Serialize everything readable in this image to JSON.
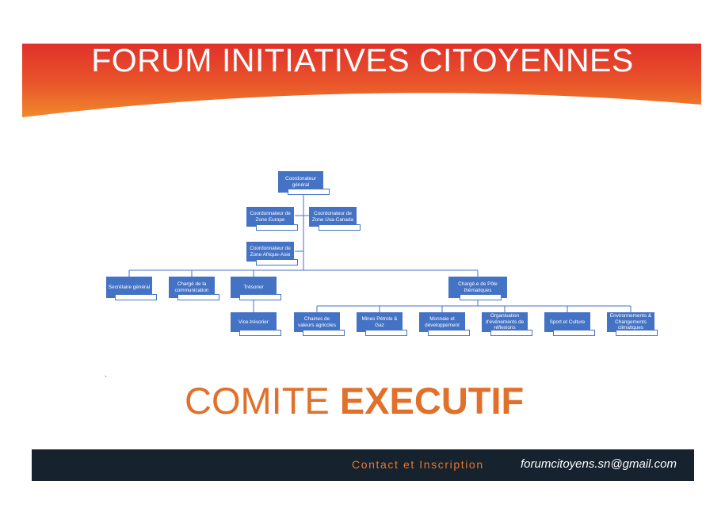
{
  "banner": {
    "title": "FORUM INITIATIVES CITOYENNES",
    "colors": {
      "red": "#e0312b",
      "orange": "#ef7a2a",
      "text": "#ffffff"
    }
  },
  "org_chart": {
    "node_color": "#4472c4",
    "line_color": "#4472c4",
    "nodes": {
      "coordinator": "Coordonateur général",
      "zone_europe": "Coordonnateur de Zone Europe",
      "zone_usa_canada": "Coordonateur de Zone Usa-Canada",
      "zone_afrique_asie": "Coordonnateur de Zone Afrique-Asie",
      "secretary": "Secrétaire général",
      "communication": "Chargé de la communication",
      "treasurer": "Trésorier",
      "pole": "Chargé.e de Pôle thématiques",
      "vice_treasurer": "Vice-trésorier",
      "value_chains": "Chaines de valeurs agricoles",
      "mines": "Mines Pétrole & Gaz",
      "money": "Monnaie et développement",
      "events": "Organisation d'événements de réflexions",
      "sport": "Sport et Culture",
      "environment": "Environnements & Changements climatiques"
    }
  },
  "mark": "`",
  "heading": {
    "part1": "COMITE ",
    "part2": "EXECUTIF",
    "color": "#e0702a"
  },
  "footer": {
    "contact_label": "Contact et Inscription",
    "email": "forumcitoyens.sn@gmail.com",
    "background": "#16222e",
    "contact_color": "#e7782e"
  }
}
